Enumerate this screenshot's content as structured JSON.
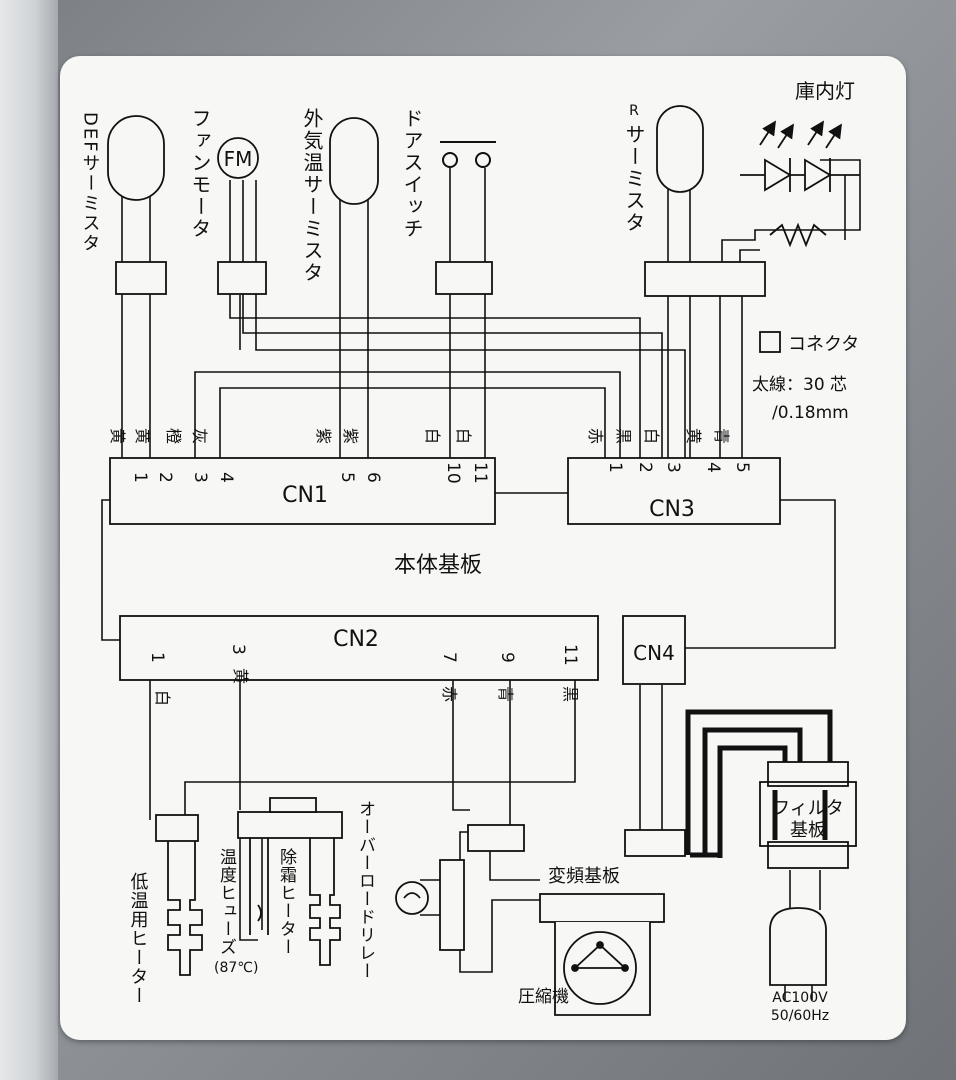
{
  "components": {
    "def_thermistor": "DEFサーミスタ",
    "fan_motor": "ファンモータ",
    "fan_motor_symbol": "FM",
    "outside_thermistor": "外気温サーミスタ",
    "door_switch": "ドアスイッチ",
    "r_thermistor_prefix": "R",
    "r_thermistor": "サーミスタ",
    "interior_light": "庫内灯",
    "main_board": "本体基板",
    "low_temp_heater": "低温用ヒーター",
    "temp_fuse": "温度ヒューズ",
    "temp_fuse_rating": "(87℃)",
    "defrost_heater": "除霜ヒーター",
    "overload_relay": "オーバーロードリレー",
    "inverter_board": "変頻基板",
    "compressor": "圧縮機",
    "filter_board_line1": "フィルタ",
    "filter_board_line2": "基板",
    "power_voltage": "AC100V",
    "power_freq": "50/60Hz"
  },
  "legend": {
    "connector": "コネクタ",
    "wire_spec_line1": "太線：30 芯",
    "wire_spec_line2": "/0.18mm"
  },
  "connectors": {
    "cn1": {
      "label": "CN1",
      "pins": [
        "1",
        "2",
        "3",
        "4",
        "5",
        "6",
        "10",
        "11"
      ],
      "colors": [
        "黄",
        "黄",
        "橙",
        "灰",
        "紫",
        "紫",
        "白",
        "白"
      ]
    },
    "cn2": {
      "label": "CN2",
      "pins": [
        "1",
        "3",
        "7",
        "9",
        "11"
      ],
      "colors": [
        "白",
        "黄",
        "赤",
        "青",
        "黒"
      ]
    },
    "cn3": {
      "label": "CN3",
      "pins": [
        "1",
        "2",
        "3",
        "4",
        "5"
      ],
      "colors": [
        "赤",
        "黒",
        "白",
        "黄",
        "青"
      ]
    },
    "cn4": {
      "label": "CN4"
    }
  }
}
